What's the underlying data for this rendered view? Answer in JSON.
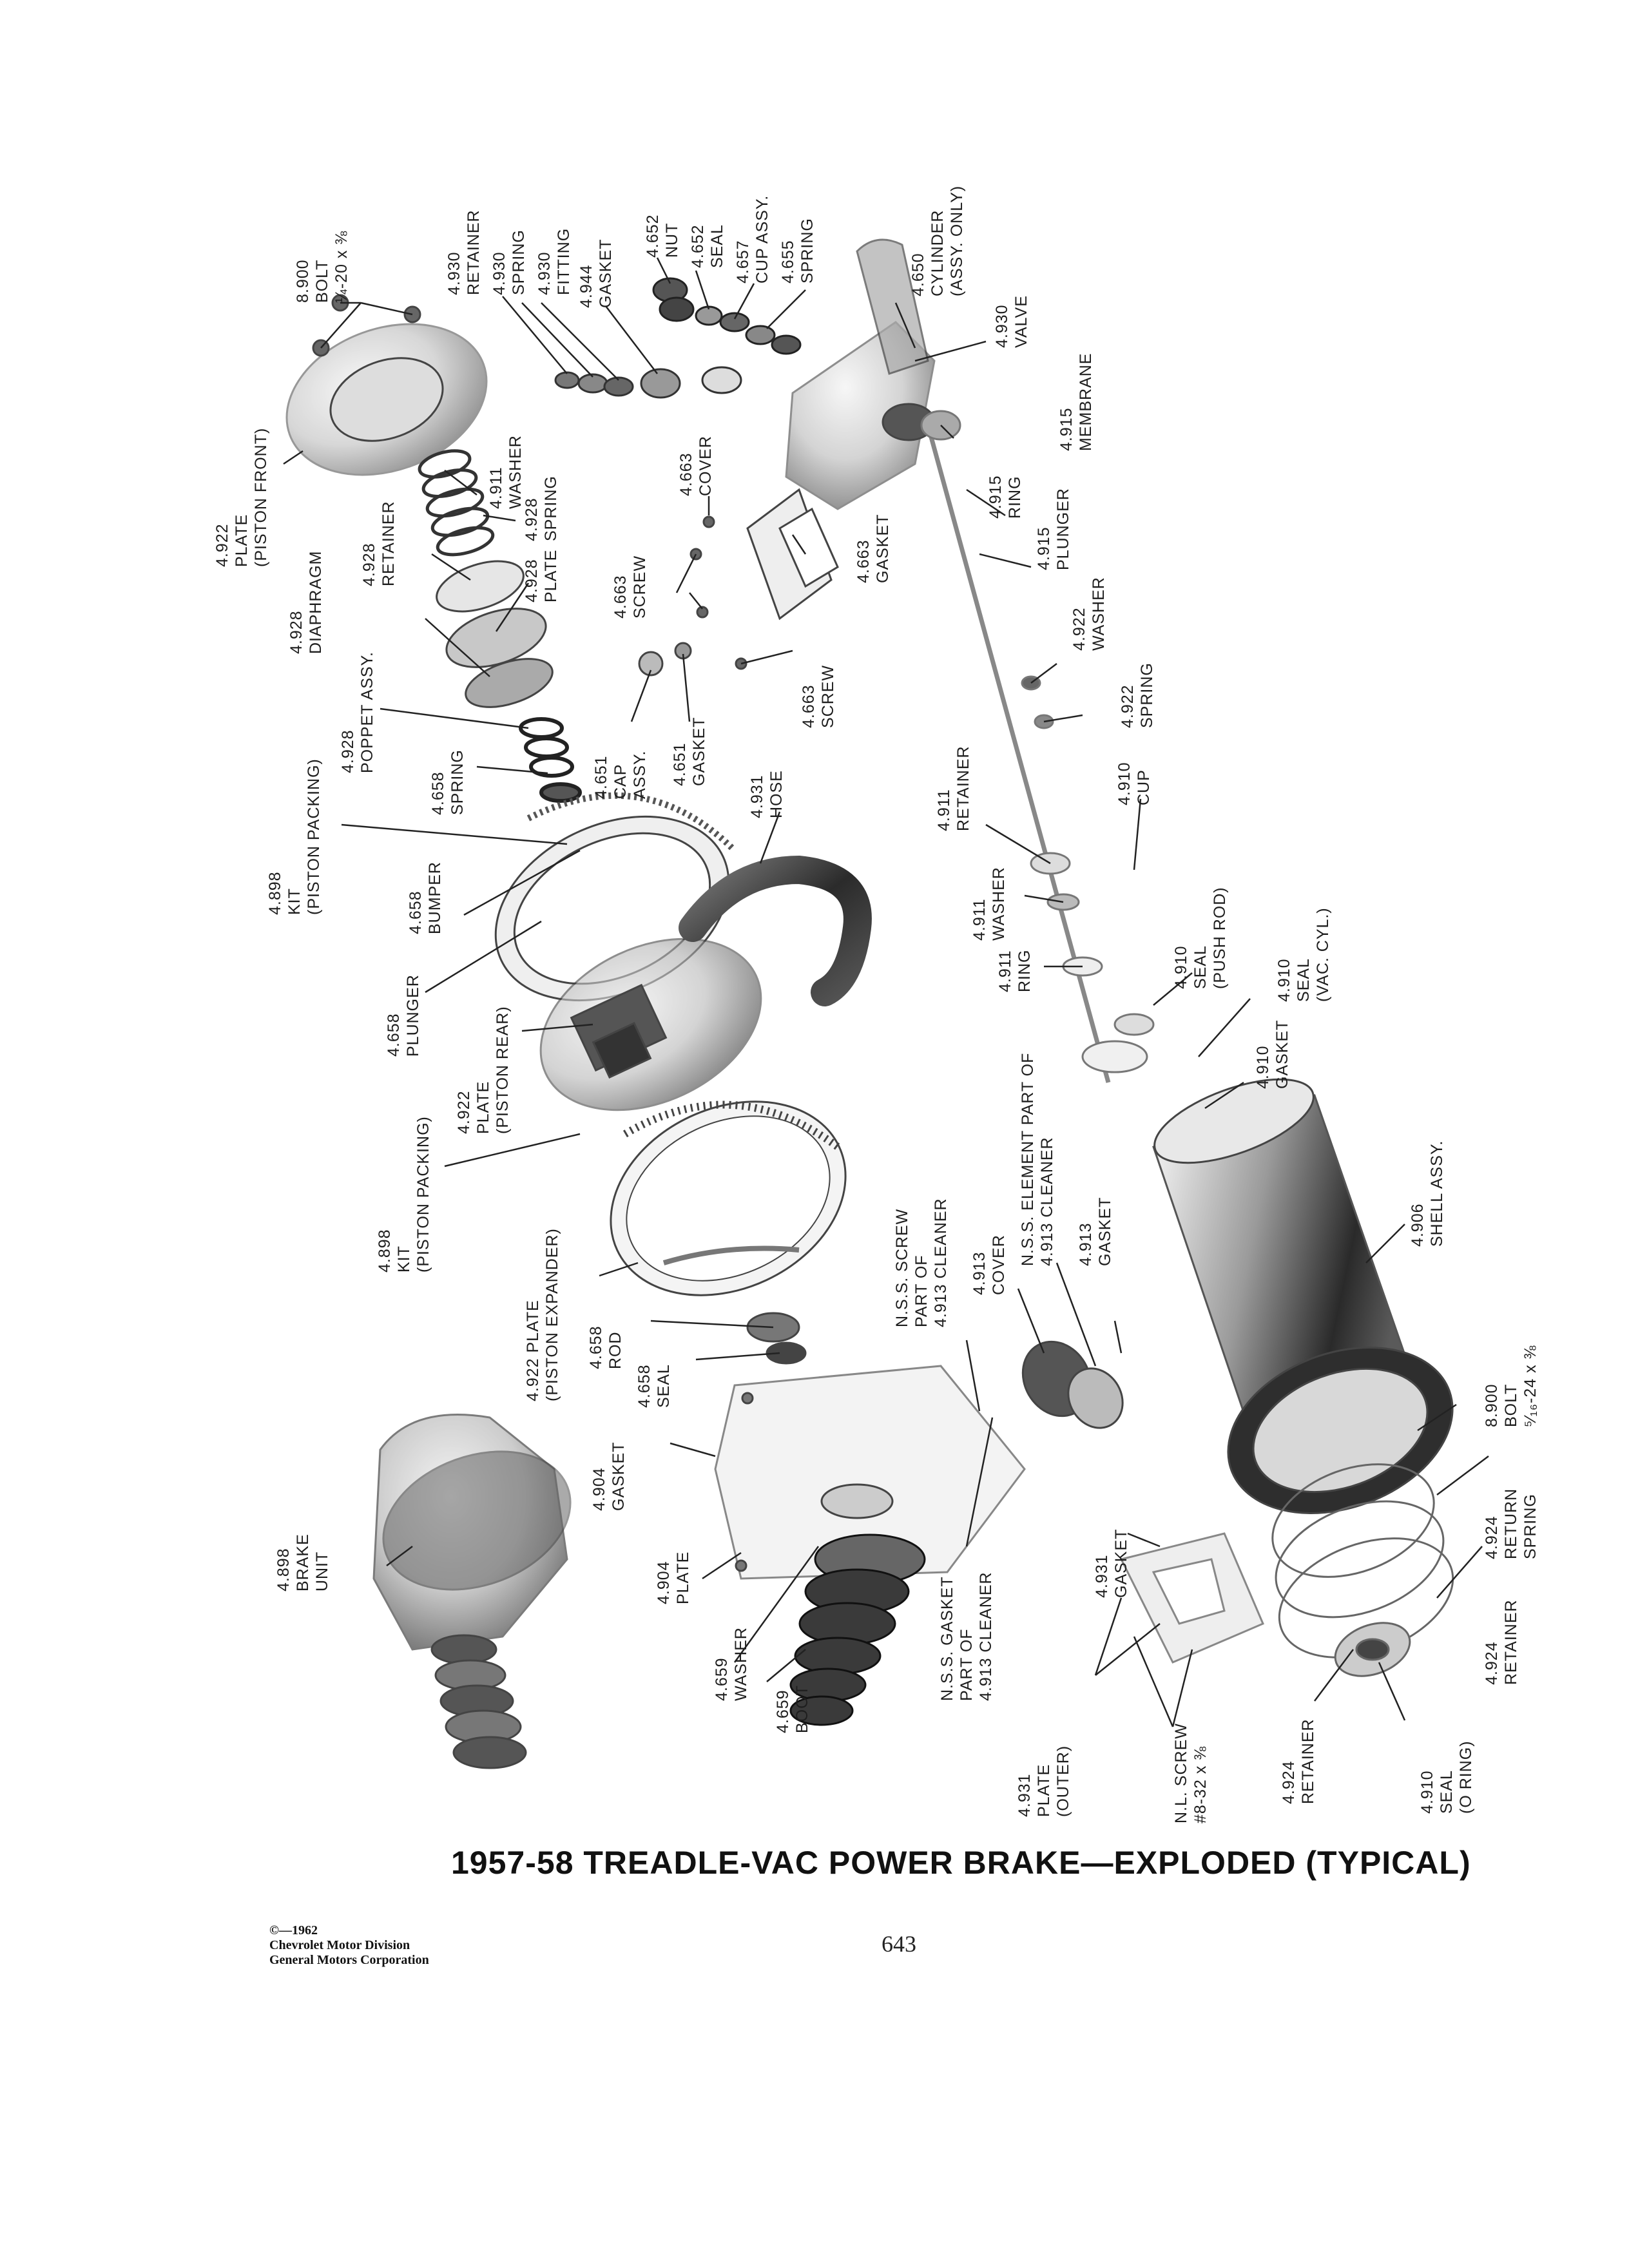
{
  "caption": "1957-58 TREADLE-VAC POWER BRAKE—EXPLODED (TYPICAL)",
  "footer": {
    "copyright_line1": "©—1962",
    "copyright_line2": "Chevrolet Motor Division",
    "copyright_line3": "General Motors Corporation",
    "page_number": "643"
  },
  "callouts": [
    {
      "id": "bolt-top",
      "lines": [
        "8.900",
        "BOLT",
        "¼-20 x ⅜"
      ]
    },
    {
      "id": "plate-piston-front",
      "lines": [
        "4.922",
        "PLATE",
        "(PISTON FRONT)"
      ]
    },
    {
      "id": "washer-4911-top",
      "lines": [
        "4.911",
        "WASHER"
      ]
    },
    {
      "id": "spring-4928",
      "lines": [
        "4.928",
        "SPRING"
      ]
    },
    {
      "id": "retainer-4928",
      "lines": [
        "4.928",
        "RETAINER"
      ]
    },
    {
      "id": "plate-4928",
      "lines": [
        "4.928",
        "PLATE"
      ]
    },
    {
      "id": "diaphragm",
      "lines": [
        "4.928",
        "DIAPHRAGM"
      ]
    },
    {
      "id": "poppet-assy",
      "lines": [
        "4.928",
        "POPPET ASSY."
      ]
    },
    {
      "id": "spring-4658",
      "lines": [
        "4.658",
        "SPRING"
      ]
    },
    {
      "id": "kit-piston-packing-top",
      "lines": [
        "4.898",
        "KIT",
        "(PISTON PACKING)"
      ]
    },
    {
      "id": "bumper",
      "lines": [
        "4.658",
        "BUMPER"
      ]
    },
    {
      "id": "plunger-4658",
      "lines": [
        "4.658",
        "PLUNGER"
      ]
    },
    {
      "id": "plate-piston-rear",
      "lines": [
        "4.922",
        "PLATE",
        "(PISTON REAR)"
      ]
    },
    {
      "id": "kit-piston-packing-bottom",
      "lines": [
        "4.898",
        "KIT",
        "(PISTON PACKING)"
      ]
    },
    {
      "id": "plate-piston-expander",
      "lines": [
        "4.922 PLATE",
        "(PISTON EXPANDER)"
      ]
    },
    {
      "id": "rod-4658",
      "lines": [
        "4.658",
        "ROD"
      ]
    },
    {
      "id": "seal-4658",
      "lines": [
        "4.658",
        "SEAL"
      ]
    },
    {
      "id": "retainer-4930",
      "lines": [
        "4.930",
        "RETAINER"
      ]
    },
    {
      "id": "spring-4930",
      "lines": [
        "4.930",
        "SPRING"
      ]
    },
    {
      "id": "fitting-4930",
      "lines": [
        "4.930",
        "FITTING"
      ]
    },
    {
      "id": "gasket-4944",
      "lines": [
        "4.944",
        "GASKET"
      ]
    },
    {
      "id": "nut-4652",
      "lines": [
        "4.652",
        "NUT"
      ]
    },
    {
      "id": "seal-4652",
      "lines": [
        "4.652",
        "SEAL"
      ]
    },
    {
      "id": "cup-assy",
      "lines": [
        "4.657",
        "CUP ASSY."
      ]
    },
    {
      "id": "spring-4655",
      "lines": [
        "4.655",
        "SPRING"
      ]
    },
    {
      "id": "cylinder",
      "lines": [
        "4.650",
        "CYLINDER",
        "(ASSY. ONLY)"
      ]
    },
    {
      "id": "valve-4930",
      "lines": [
        "4.930",
        "VALVE"
      ]
    },
    {
      "id": "membrane",
      "lines": [
        "4.915",
        "MEMBRANE"
      ]
    },
    {
      "id": "ring-4915",
      "lines": [
        "4.915",
        "RING"
      ]
    },
    {
      "id": "plunger-4915",
      "lines": [
        "4.915",
        "PLUNGER"
      ]
    },
    {
      "id": "washer-4922",
      "lines": [
        "4.922",
        "WASHER"
      ]
    },
    {
      "id": "spring-4922",
      "lines": [
        "4.922",
        "SPRING"
      ]
    },
    {
      "id": "cover-4663",
      "lines": [
        "4.663",
        "COVER"
      ]
    },
    {
      "id": "screw-4663-upper",
      "lines": [
        "4.663",
        "SCREW"
      ]
    },
    {
      "id": "gasket-4663",
      "lines": [
        "4.663",
        "GASKET"
      ]
    },
    {
      "id": "screw-4663-lower",
      "lines": [
        "4.663",
        "SCREW"
      ]
    },
    {
      "id": "cap-assy",
      "lines": [
        "4.651",
        "CAP",
        "ASSY."
      ]
    },
    {
      "id": "gasket-4651",
      "lines": [
        "4.651",
        "GASKET"
      ]
    },
    {
      "id": "hose",
      "lines": [
        "4.931",
        "HOSE"
      ]
    },
    {
      "id": "retainer-4911",
      "lines": [
        "4.911",
        "RETAINER"
      ]
    },
    {
      "id": "cup-4910",
      "lines": [
        "4.910",
        "CUP"
      ]
    },
    {
      "id": "washer-4911-mid",
      "lines": [
        "4.911",
        "WASHER"
      ]
    },
    {
      "id": "ring-4911",
      "lines": [
        "4.911",
        "RING"
      ]
    },
    {
      "id": "seal-push-rod",
      "lines": [
        "4.910",
        "SEAL",
        "(PUSH ROD)"
      ]
    },
    {
      "id": "seal-vac-cyl",
      "lines": [
        "4.910",
        "SEAL",
        "(VAC. CYL.)"
      ]
    },
    {
      "id": "gasket-4910",
      "lines": [
        "4.910",
        "GASKET"
      ]
    },
    {
      "id": "shell-assy",
      "lines": [
        "4.906",
        "SHELL ASSY."
      ]
    },
    {
      "id": "nss-screw",
      "lines": [
        "N.S.S. SCREW",
        "PART OF",
        "4.913 CLEANER"
      ]
    },
    {
      "id": "cover-4913",
      "lines": [
        "4.913",
        "COVER"
      ]
    },
    {
      "id": "nss-element",
      "lines": [
        "N.S.S. ELEMENT PART OF",
        "4.913 CLEANER"
      ]
    },
    {
      "id": "gasket-4913",
      "lines": [
        "4.913",
        "GASKET"
      ]
    },
    {
      "id": "gasket-4904",
      "lines": [
        "4.904",
        "GASKET"
      ]
    },
    {
      "id": "brake-unit",
      "lines": [
        "4.898",
        "BRAKE",
        "UNIT"
      ]
    },
    {
      "id": "plate-4904",
      "lines": [
        "4.904",
        "PLATE"
      ]
    },
    {
      "id": "washer-4659",
      "lines": [
        "4.659",
        "WASHER"
      ]
    },
    {
      "id": "boot-4659",
      "lines": [
        "4.659",
        "BOOT"
      ]
    },
    {
      "id": "nss-gasket",
      "lines": [
        "N.S.S. GASKET",
        "PART OF",
        "4.913 CLEANER"
      ]
    },
    {
      "id": "gasket-4931",
      "lines": [
        "4.931",
        "GASKET"
      ]
    },
    {
      "id": "plate-outer",
      "lines": [
        "4.931",
        "PLATE",
        "(OUTER)"
      ]
    },
    {
      "id": "nl-screw",
      "lines": [
        "N.L. SCREW",
        "#8-32 x ⅜"
      ]
    },
    {
      "id": "retainer-4924-left",
      "lines": [
        "4.924",
        "RETAINER"
      ]
    },
    {
      "id": "seal-o-ring",
      "lines": [
        "4.910",
        "SEAL",
        "(O RING)"
      ]
    },
    {
      "id": "retainer-4924-right",
      "lines": [
        "4.924",
        "RETAINER"
      ]
    },
    {
      "id": "return-spring",
      "lines": [
        "4.924",
        "RETURN",
        "SPRING"
      ]
    },
    {
      "id": "bolt-bottom",
      "lines": [
        "8.900",
        "BOLT",
        "⁵⁄₁₆-24 x ⅜"
      ]
    }
  ]
}
